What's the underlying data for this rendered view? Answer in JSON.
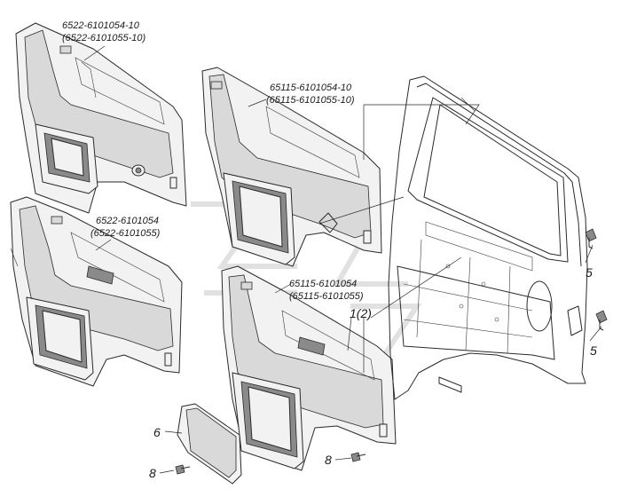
{
  "labels": {
    "panel_a_line1": "6522-6101054-10",
    "panel_a_line2": "(6522-6101055-10)",
    "panel_b_line1": "65115-6101054-10",
    "panel_b_line2": "(65115-6101055-10)",
    "panel_c_line1": "6522-6101054",
    "panel_c_line2": "(6522-6101055)",
    "panel_d_line1": "65115-6101054",
    "panel_d_line2": "(65115-6101055)",
    "item_1": "1(2)",
    "item_5_upper": "5",
    "item_5_lower": "5",
    "item_6": "6",
    "item_8_left": "8",
    "item_8_right": "8"
  }
}
